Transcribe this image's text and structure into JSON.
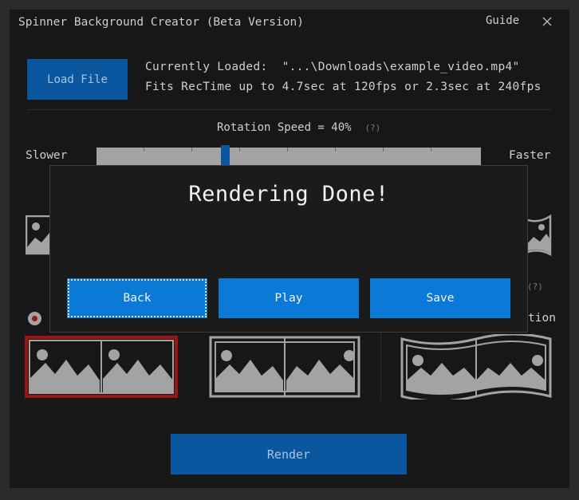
{
  "window": {
    "title": "Spinner Background Creator (Beta Version)",
    "guide_label": "Guide"
  },
  "file": {
    "load_label": "Load File",
    "currently_loaded": "Currently Loaded:  \"...\\Downloads\\example_video.mp4\"",
    "fits_info": "Fits RecTime up to 4.7sec at 120fps or 2.3sec at 240fps"
  },
  "speed": {
    "label": "Rotation Speed = 40%",
    "help": "(?)",
    "slower_label": "Slower",
    "faster_label": "Faster",
    "value_percent": 40
  },
  "options": {
    "partial_label": "tion",
    "help": "(?)",
    "selected_index": 0
  },
  "render_label": "Render",
  "dialog": {
    "title": "Rendering Done!",
    "buttons": [
      "Back",
      "Play",
      "Save"
    ]
  },
  "colors": {
    "accent": "#0a7ad6",
    "accent_dark": "#0a57a0",
    "selected_border": "#9c1414"
  }
}
